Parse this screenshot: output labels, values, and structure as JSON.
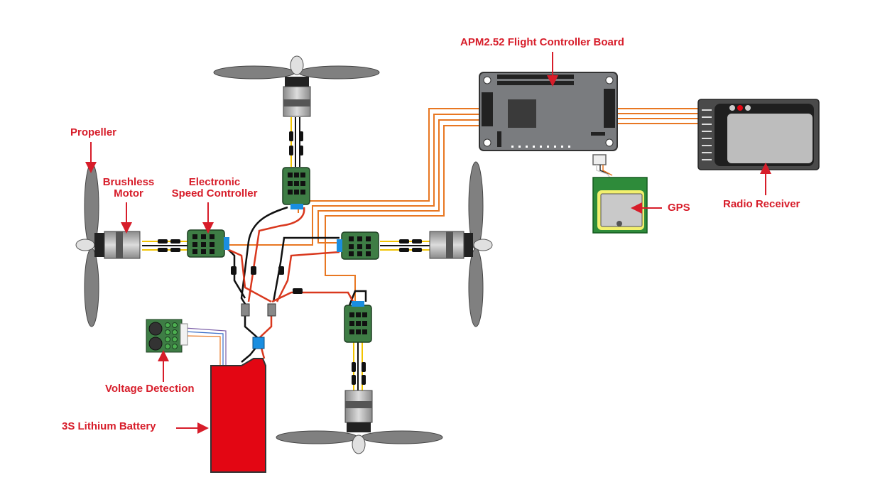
{
  "labels": {
    "flight_controller": "APM2.52 Flight Controller Board",
    "propeller": "Propeller",
    "brushless_motor_line1": "Brushless",
    "brushless_motor_line2": "Motor",
    "esc_line1": "Electronic",
    "esc_line2": "Speed Controller",
    "gps": "GPS",
    "radio_receiver": "Radio Receiver",
    "voltage_detection": "Voltage Detection",
    "battery": "3S Lithium Battery"
  },
  "colors": {
    "label": "#d71d2a",
    "battery": "#e30613",
    "esc_board": "#3e7d45",
    "fc_board": "#7a7c7f",
    "receiver": "#4a4a4a",
    "signal_wire": "#e87722",
    "power_wire_red": "#d9381e",
    "power_wire_black": "#111111",
    "motor_wire_yellow": "#f2c400",
    "connector_blue": "#1a8ee0",
    "gps_board": "#2e8b3a",
    "gps_pad": "#f3f06e"
  }
}
